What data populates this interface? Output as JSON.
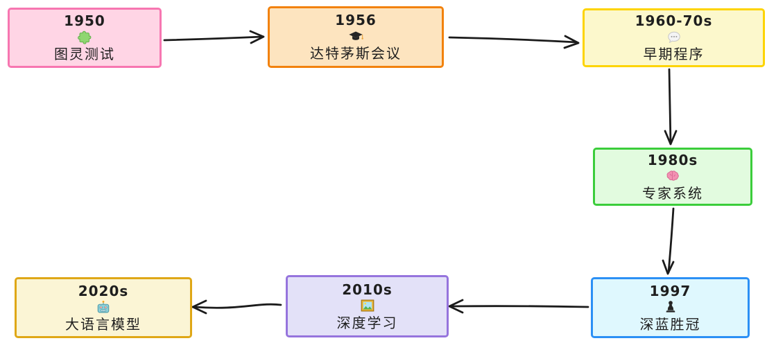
{
  "diagram": {
    "type": "timeline-flowchart",
    "topic": "AI history milestones",
    "arrow_color": "#1b1b1b",
    "nodes": [
      {
        "id": "turing-test",
        "year": "1950",
        "icon": "puzzle-piece-icon",
        "label": "图灵测试",
        "border_color": "#f776b1",
        "fill_color": "#ffd5e5"
      },
      {
        "id": "dartmouth",
        "year": "1956",
        "icon": "graduation-cap-icon",
        "label": "达特茅斯会议",
        "border_color": "#f2820d",
        "fill_color": "#fde4bf"
      },
      {
        "id": "early-programs",
        "year": "1960-70s",
        "icon": "speech-balloon-icon",
        "label": "早期程序",
        "border_color": "#fdd400",
        "fill_color": "#fcf8cc"
      },
      {
        "id": "expert-systems",
        "year": "1980s",
        "icon": "brain-icon",
        "label": "专家系统",
        "border_color": "#3bcd3b",
        "fill_color": "#e2fbdf"
      },
      {
        "id": "deep-blue",
        "year": "1997",
        "icon": "chess-pawn-icon",
        "label": "深蓝胜冠",
        "border_color": "#2b90f5",
        "fill_color": "#dff8fe"
      },
      {
        "id": "deep-learning",
        "year": "2010s",
        "icon": "framed-picture-icon",
        "label": "深度学习",
        "border_color": "#9674dd",
        "fill_color": "#e3e1f8"
      },
      {
        "id": "llm",
        "year": "2020s",
        "icon": "robot-icon",
        "label": "大语言模型",
        "border_color": "#dfa716",
        "fill_color": "#fbf5d5"
      }
    ],
    "edges": [
      {
        "from": "turing-test",
        "to": "dartmouth",
        "direction": "right"
      },
      {
        "from": "dartmouth",
        "to": "early-programs",
        "direction": "right"
      },
      {
        "from": "early-programs",
        "to": "expert-systems",
        "direction": "down"
      },
      {
        "from": "expert-systems",
        "to": "deep-blue",
        "direction": "down"
      },
      {
        "from": "deep-blue",
        "to": "deep-learning",
        "direction": "left"
      },
      {
        "from": "deep-learning",
        "to": "llm",
        "direction": "left"
      }
    ]
  }
}
